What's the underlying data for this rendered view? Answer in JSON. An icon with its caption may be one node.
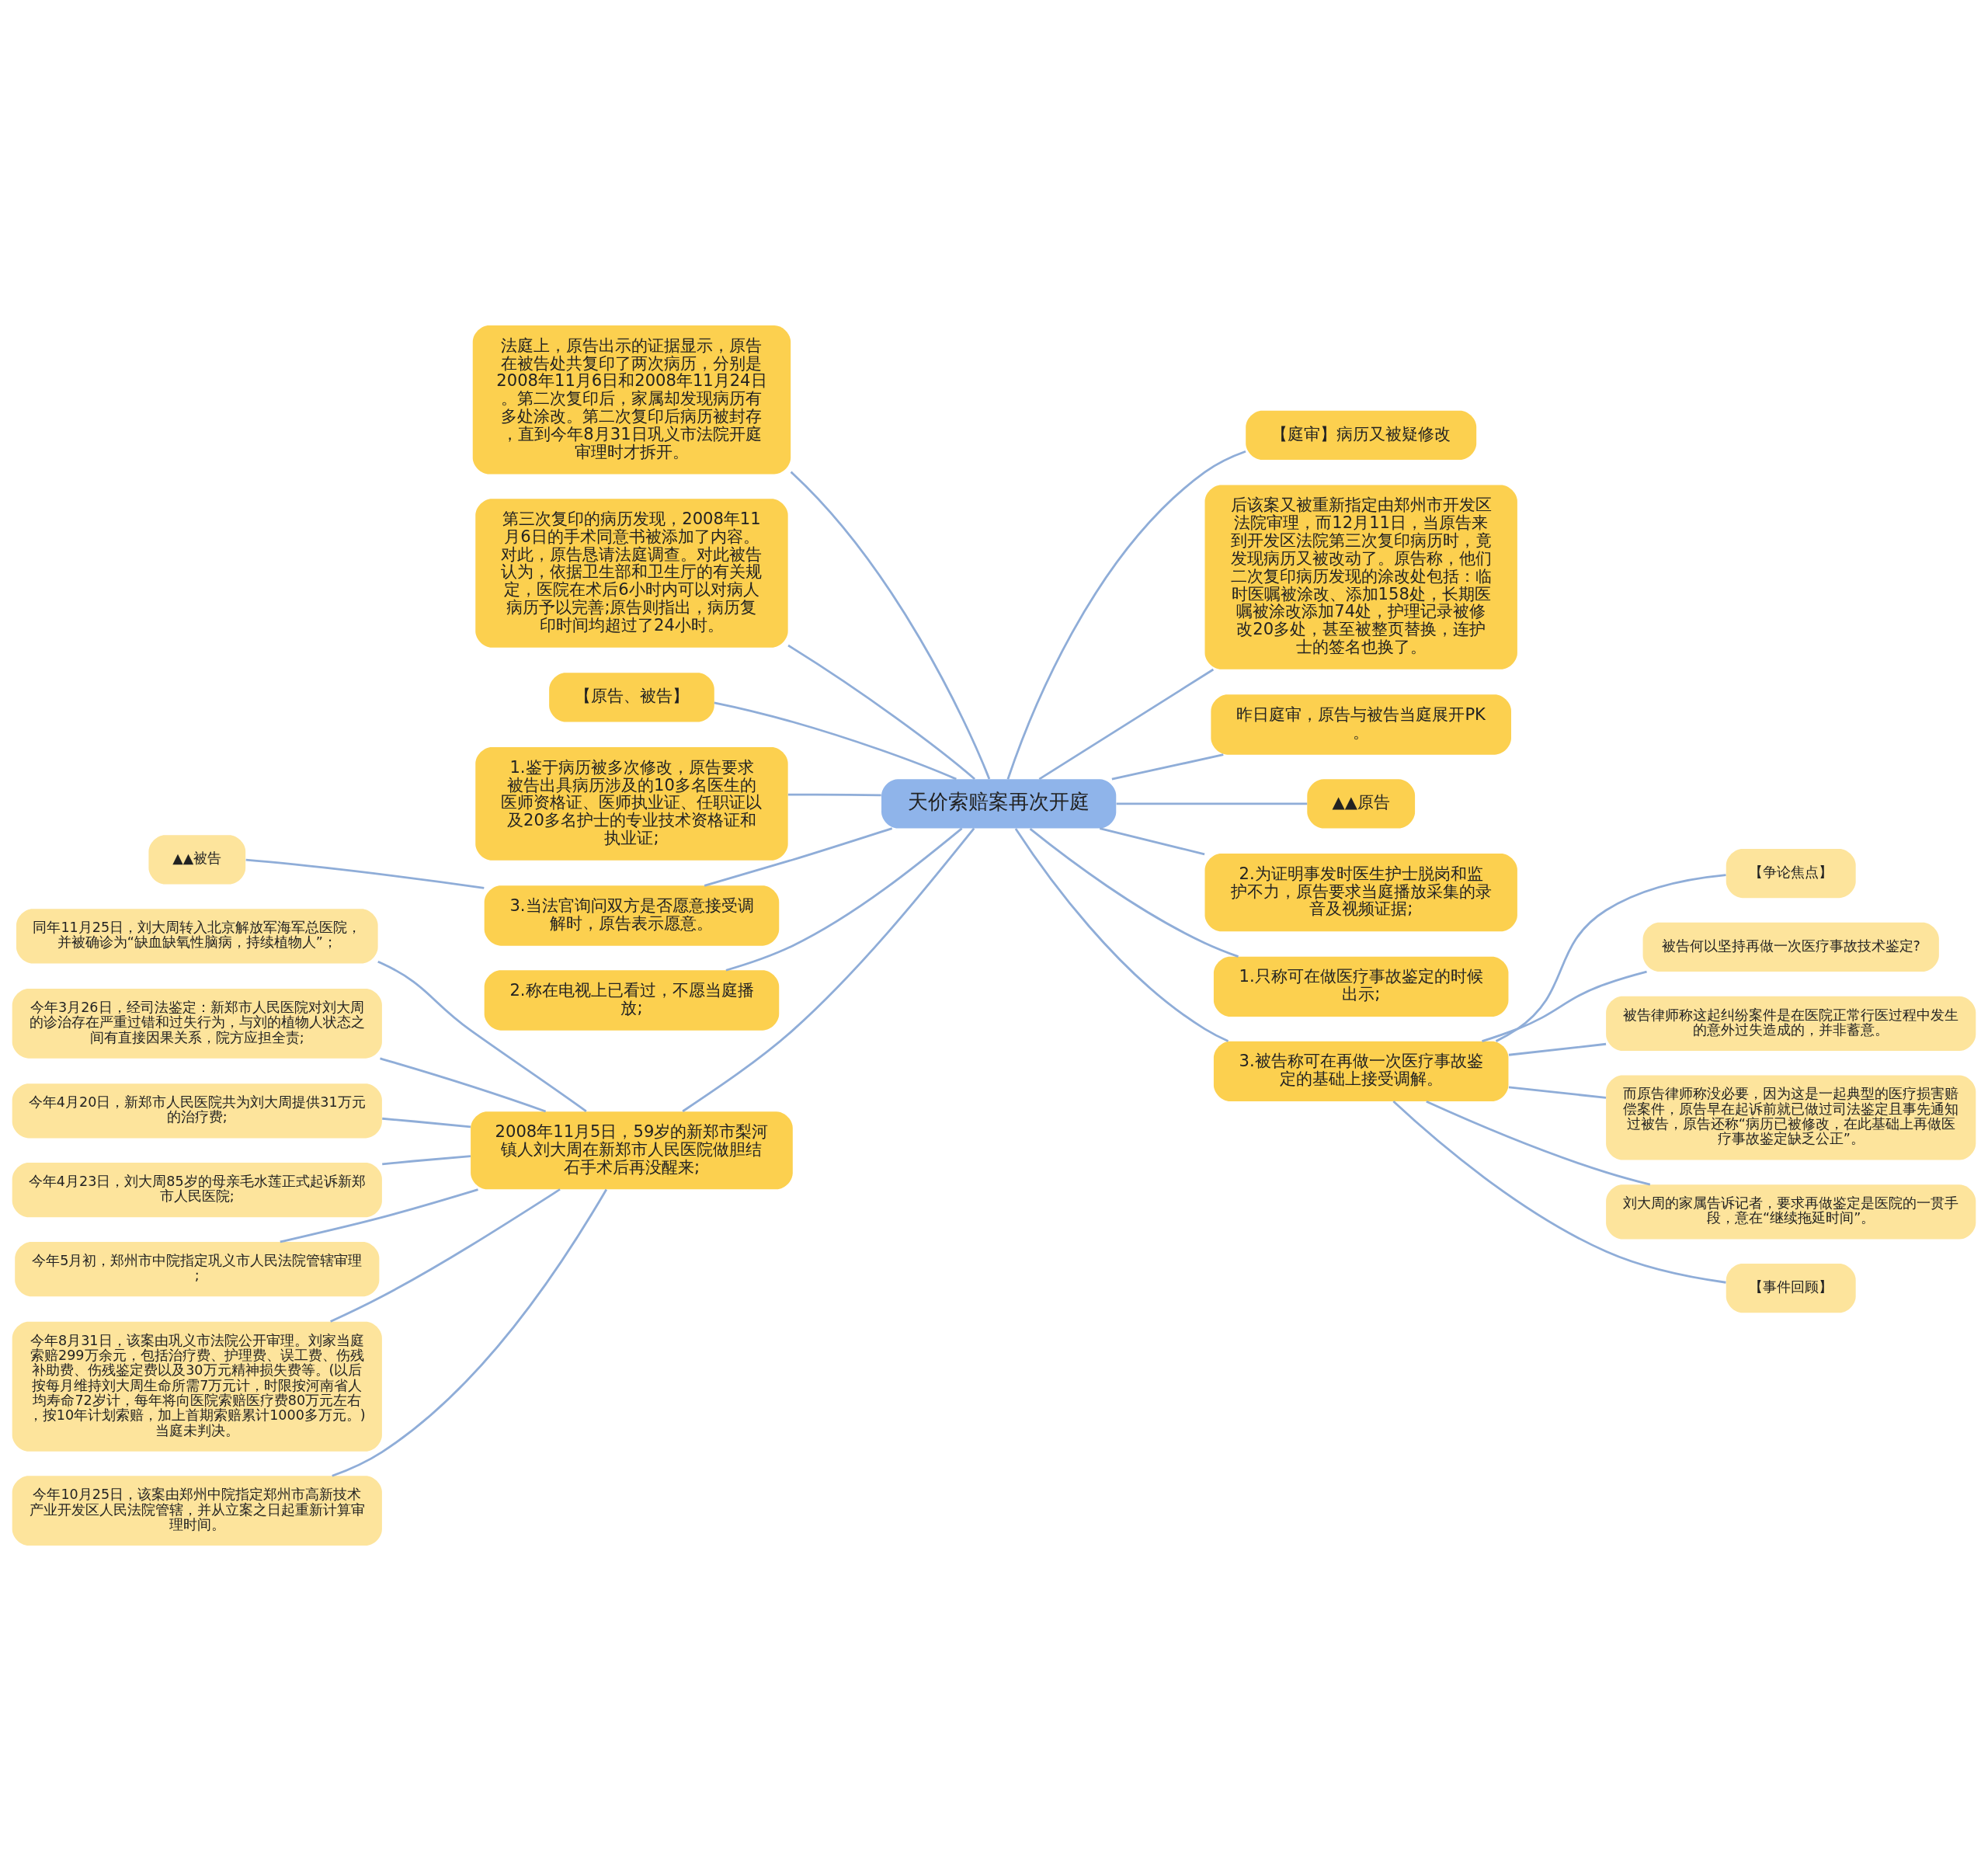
{
  "diagram": {
    "nodes": [
      {
        "text": [
          "天价索赔案再次开庭"
        ]
      },
      {
        "text": [
          "法庭上，原告出示的证据显示，原告在被告处共复印了两次病历，分别是2008年11月6日和2008年11月24日。第二次复印后，家属却发现病历有多处涂改。第二次复印后病历被封存，直到今年8月31日巩义市法院开庭审理时才拆开。"
        ]
      },
      {
        "text": [
          "第三次复印的病历发现，2008年11月6日的手术同意书被添加了内容。对此，原告恳请法庭调查。对此被告认为，依据卫生部和卫生厅的有关规定，医院在术后6小时内可以对病人病历予以完善;原告则指出，病历复印时间均超过了24小时。"
        ]
      },
      {
        "text": [
          "【原告、被告】"
        ]
      },
      {
        "text": [
          "1.鉴于病历被多次修改，原告要求被告出具病历涉及的10多名医生的医师资格证、医师执业证、任职证以及20多名护士的专业技术资格证和执业证;"
        ]
      },
      {
        "text": [
          "3.当法官询问双方是否愿意接受调解时，原告表示愿意。"
        ]
      },
      {
        "text": [
          "▲▲被告"
        ]
      },
      {
        "text": [
          "2.称在电视上已看过，不愿当庭播放;"
        ]
      },
      {
        "text": [
          "2008年11月5日，59岁的新郑市梨河镇人刘大周在新郑市人民医院做胆结石手术后再没醒来;"
        ]
      },
      {
        "text": [
          "同年11月25日，刘大周转入北京解放军海军总医院，并被确诊为“缺血缺氧性脑病，持续植物人”；"
        ]
      },
      {
        "text": [
          "今年3月26日，经司法鉴定：新郑市人民医院对刘大周的诊治存在严重过错和过失行为，与刘的植物人状态之间有直接因果关系，院方应担全责;"
        ]
      },
      {
        "text": [
          "今年4月20日，新郑市人民医院共为刘大周提供31万元的治疗费;"
        ]
      },
      {
        "text": [
          "今年4月23日，刘大周85岁的母亲毛水莲正式起诉新郑市人民医院;"
        ]
      },
      {
        "text": [
          "今年5月初，郑州市中院指定巩义市人民法院管辖审理;"
        ]
      },
      {
        "text": [
          "今年8月31日，该案由巩义市法院公开审理。刘家当庭索赔299万余元，包括治疗费、护理费、误工费、伤残补助费、伤残鉴定费以及30万元精神损失费等。(以后按每月维持刘大周生命所需7万元计，时限按河南省人均寿命72岁计，每年将向医院索赔医疗费80万元左右，按10年计划索赔，加上首期索赔累计1000多万元。)当庭未判决。"
        ]
      },
      {
        "text": [
          "今年10月25日，该案由郑州中院指定郑州市高新技术产业开发区人民法院管辖，并从立案之日起重新计算审理时间。"
        ]
      },
      {
        "text": [
          "【庭审】病历又被疑修改"
        ]
      },
      {
        "text": [
          "后该案又被重新指定由郑州市开发区法院审理，而12月11日，当原告来到开发区法院第三次复印病历时，竟发现病历又被改动了。原告称，他们二次复印病历发现的涂改处包括：临时医嘱被涂改、添加158处，长期医嘱被涂改添加74处，护理记录被修改20多处，甚至被整页替换，连护士的签名也换了。"
        ]
      },
      {
        "text": [
          "昨日庭审，原告与被告当庭展开PK。"
        ]
      },
      {
        "text": [
          "▲▲原告"
        ]
      },
      {
        "text": [
          "2.为证明事发时医生护士脱岗和监护不力，原告要求当庭播放采集的录音及视频证据;"
        ]
      },
      {
        "text": [
          "1.只称可在做医疗事故鉴定的时候出示;"
        ]
      },
      {
        "text": [
          "3.被告称可在再做一次医疗事故鉴定的基础上接受调解。"
        ]
      },
      {
        "text": [
          "【争论焦点】"
        ]
      },
      {
        "text": [
          "被告何以坚持再做一次医疗事故技术鉴定?"
        ]
      },
      {
        "text": [
          "被告律师称这起纠纷案件是在医院正常行医过程中发生的意外过失造成的，并非蓄意。"
        ]
      },
      {
        "text": [
          "而原告律师称没必要，因为这是一起典型的医疗损害赔偿案件，原告早在起诉前就已做过司法鉴定且事先通知过被告，原告还称“病历已被修改，在此基础上再做医疗事故鉴定缺乏公正”。"
        ]
      },
      {
        "text": [
          "刘大周的家属告诉记者，要求再做鉴定是医院的一贯手段，意在“继续拖延时间”。"
        ]
      },
      {
        "text": [
          "【事件回顾】"
        ]
      }
    ],
    "edges": [
      {
        "from": 0,
        "to": 1,
        "arrow": "none"
      },
      {
        "from": 0,
        "to": 2,
        "arrow": "none"
      },
      {
        "from": 0,
        "to": 3,
        "arrow": "none"
      },
      {
        "from": 0,
        "to": 4,
        "arrow": "none"
      },
      {
        "from": 0,
        "to": 5,
        "arrow": "none"
      },
      {
        "from": 5,
        "to": 6,
        "arrow": "none"
      },
      {
        "from": 0,
        "to": 7,
        "arrow": "none"
      },
      {
        "from": 0,
        "to": 8,
        "arrow": "none"
      },
      {
        "from": 8,
        "to": 9,
        "arrow": "none"
      },
      {
        "from": 8,
        "to": 10,
        "arrow": "none"
      },
      {
        "from": 8,
        "to": 11,
        "arrow": "none"
      },
      {
        "from": 8,
        "to": 12,
        "arrow": "none"
      },
      {
        "from": 8,
        "to": 13,
        "arrow": "none"
      },
      {
        "from": 8,
        "to": 14,
        "arrow": "none"
      },
      {
        "from": 8,
        "to": 15,
        "arrow": "none"
      },
      {
        "from": 0,
        "to": 16,
        "arrow": "none"
      },
      {
        "from": 0,
        "to": 17,
        "arrow": "none"
      },
      {
        "from": 0,
        "to": 18,
        "arrow": "none"
      },
      {
        "from": 0,
        "to": 19,
        "arrow": "none"
      },
      {
        "from": 0,
        "to": 20,
        "arrow": "none"
      },
      {
        "from": 0,
        "to": 21,
        "arrow": "none"
      },
      {
        "from": 0,
        "to": 22,
        "arrow": "none"
      },
      {
        "from": 22,
        "to": 23,
        "arrow": "none"
      },
      {
        "from": 22,
        "to": 24,
        "arrow": "none"
      },
      {
        "from": 22,
        "to": 25,
        "arrow": "none"
      },
      {
        "from": 22,
        "to": 26,
        "arrow": "none"
      },
      {
        "from": 22,
        "to": 27,
        "arrow": "none"
      },
      {
        "from": 22,
        "to": 28,
        "arrow": "none"
      }
    ]
  }
}
